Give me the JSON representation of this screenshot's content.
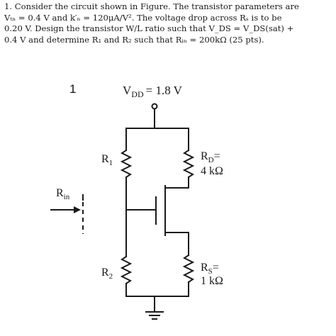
{
  "problem": {
    "lines": [
      "1. Consider the circuit shown in Figure. The transistor parameters are",
      "Vₜₙ = 0.4 V and k′ₙ = 120μA/V². The voltage drop across Rₛ is to be",
      "0.20 V. Design the transistor  W/L ratio such that V_DS = V_DS(sat) +",
      "0.4 V and determine R₁ and R₂ such that Rᵢₙ = 200kΩ (25 pts)."
    ]
  },
  "figure": {
    "number": "1",
    "vdd_label": "V",
    "vdd_sub": "DD",
    "vdd_value": "= 1.8 V",
    "r1_label": "R",
    "r1_sub": "1",
    "r2_label": "R",
    "r2_sub": "2",
    "rd_label": "R",
    "rd_sub": "D",
    "rd_eq": "=",
    "rd_value": "4 kΩ",
    "rs_label": "R",
    "rs_sub": "S",
    "rs_eq": "=",
    "rs_value": "1 kΩ",
    "rin_label": "R",
    "rin_sub": "in"
  }
}
